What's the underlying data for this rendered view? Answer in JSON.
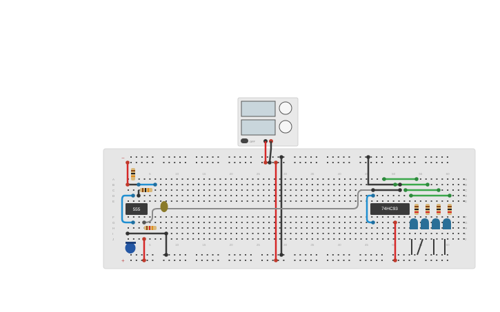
{
  "chips": {
    "timer": {
      "label": "555"
    },
    "counter": {
      "label": "74HC93"
    }
  },
  "power_supply": {
    "off_label": "OFF",
    "voltage_display": "",
    "current_display": ""
  },
  "breadboard": {
    "row_labels_left_top": [
      "A",
      "B",
      "C",
      "D",
      "E"
    ],
    "row_labels_left_bottom": [
      "F",
      "G",
      "H",
      "I",
      "J"
    ],
    "column_numbers_top": [
      "5",
      "10",
      "15",
      "20",
      "25",
      "30",
      "35",
      "40",
      "45",
      "50",
      "55",
      "60"
    ],
    "column_numbers_bottom": [
      "5",
      "10",
      "15",
      "20",
      "25",
      "30",
      "35",
      "40",
      "45",
      "50",
      "55",
      "60"
    ],
    "rail_minus": "−",
    "rail_plus": "+"
  },
  "components": {
    "leds": [
      "blue",
      "blue",
      "blue",
      "blue"
    ],
    "led_color": "#2a6f97",
    "capacitor_color": "#2457a4",
    "pot_color": "#8a7a2a"
  },
  "colors": {
    "board": "#e6e6e6",
    "wire_red": "#d62828",
    "wire_black": "#3b3b3b",
    "wire_blue": "#1f8fd1",
    "wire_green": "#3aa84a",
    "wire_gray": "#8a8a8a",
    "chip": "#3a3a3a"
  }
}
